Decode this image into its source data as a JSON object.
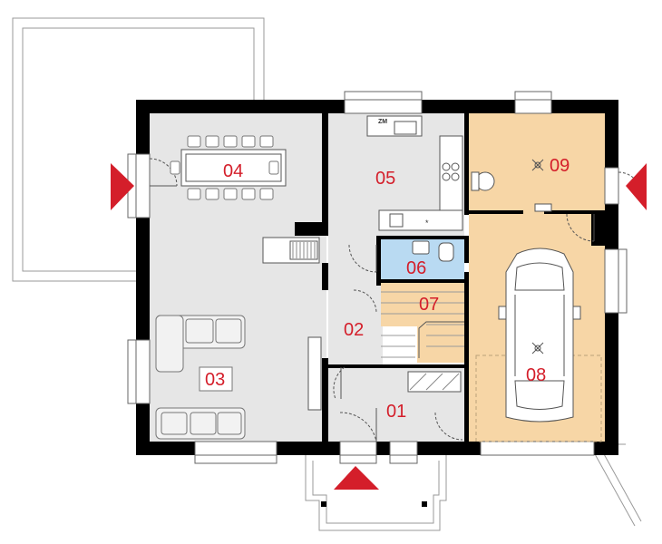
{
  "colors": {
    "wall": "#000000",
    "floor_gray": "#e6e6e6",
    "garage_floor": "#f7d6a6",
    "bathroom_floor": "#b9daf2",
    "stairs_floor": "#f7d6a6",
    "label_red": "#d41e2a",
    "entry_arrow": "#d41e2a"
  },
  "rooms": {
    "r01": "01",
    "r02": "02",
    "r03": "03",
    "r04": "04",
    "r05": "05",
    "r06": "06",
    "r07": "07",
    "r08": "08",
    "r09": "09"
  },
  "fixtures": {
    "fridge_mark": "ZM"
  },
  "icons": {
    "entrance_left": "entry-arrow-icon",
    "entrance_right": "entry-arrow-icon",
    "entrance_bottom": "entry-arrow-icon",
    "car": "car-icon",
    "light": "ceiling-light-icon"
  }
}
